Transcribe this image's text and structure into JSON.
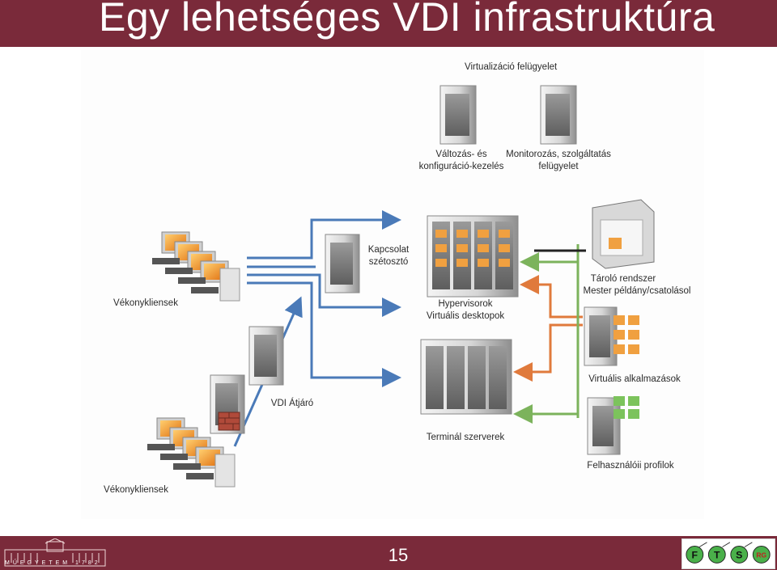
{
  "header": {
    "title": "Egy lehetséges VDI infrastruktúra"
  },
  "diagram": {
    "virtualization_management": "Virtualizáció felügyelet",
    "change_config_line1": "Változás- és",
    "change_config_line2": "konfiguráció-kezelés",
    "monitoring_line1": "Monitorozás, szolgáltatás",
    "monitoring_line2": "felügyelet",
    "connection_broker_line1": "Kapcsolat",
    "connection_broker_line2": "szétosztó",
    "thin_clients_top": "Vékonykliensek",
    "thin_clients_bottom": "Vékonykliensek",
    "vdi_gateway": "VDI Átjáró",
    "hypervisors_line1": "Hypervisorok",
    "hypervisors_line2": "Virtuális desktopok",
    "storage_line1": "Tároló rendszer",
    "storage_line2": "Mester példány/csatolásol",
    "virtual_apps": "Virtuális alkalmazások",
    "terminal_servers": "Terminál szerverek",
    "user_profiles": "Felhasználóii profilok"
  },
  "footer": {
    "page_number": "15",
    "university_caption": "MŰEGYETEM 1782"
  },
  "colors": {
    "brand": "#7a2a3a",
    "arrow_blue": "#4a7ab8",
    "arrow_orange": "#e07a3c",
    "arrow_green": "#7cb35c"
  }
}
